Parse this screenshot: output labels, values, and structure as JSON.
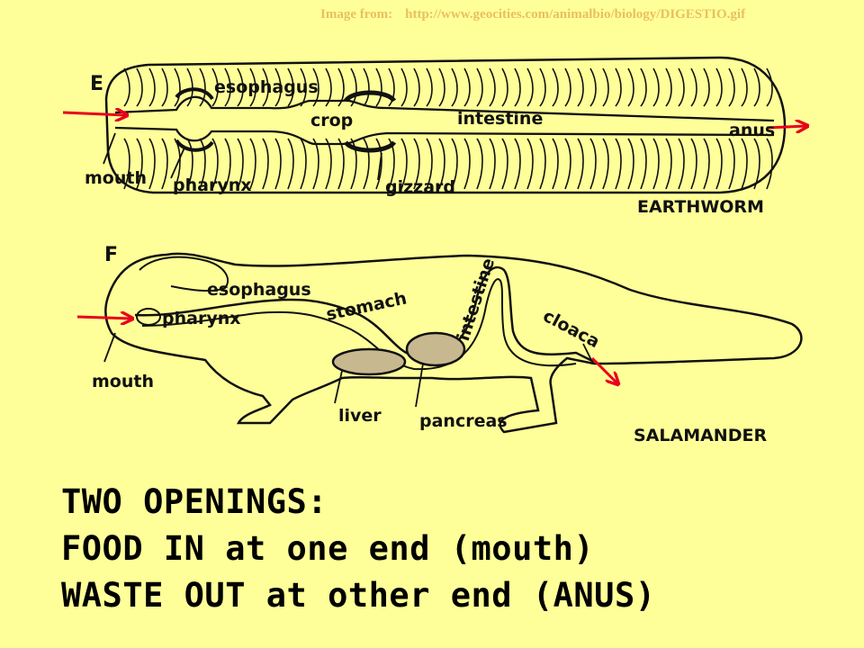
{
  "credit": {
    "prefix": "Image from:",
    "url": "http://www.geocities.com/animalbio/biology/DIGESTIO.gif"
  },
  "earthworm": {
    "panel_letter": "E",
    "labels": {
      "esophagus": "esophagus",
      "crop": "crop",
      "intestine": "intestine",
      "anus": "anus",
      "mouth": "mouth",
      "pharynx": "pharynx",
      "gizzard": "gizzard"
    },
    "title": "EARTHWORM"
  },
  "salamander": {
    "panel_letter": "F",
    "labels": {
      "esophagus": "esophagus",
      "pharynx": "pharynx",
      "stomach": "stomach",
      "intestine": "intestine",
      "cloaca": "cloaca",
      "mouth": "mouth",
      "liver": "liver",
      "pancreas": "pancreas"
    },
    "title": "SALAMANDER"
  },
  "caption": {
    "line1": "TWO OPENINGS:",
    "line2": "FOOD IN at one end (mouth)",
    "line3": "WASTE OUT at other end (ANUS)"
  },
  "colors": {
    "background": "#ffff99",
    "arrow": "#e8001c",
    "ink": "#111111",
    "credit": "#e8c060"
  }
}
